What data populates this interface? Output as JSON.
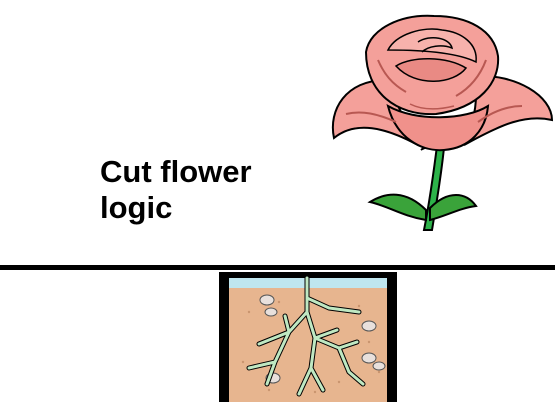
{
  "slide": {
    "title_line1": "Cut flower",
    "title_line2": "logic"
  },
  "illustrations": {
    "top": "rose-clipart",
    "bottom": "roots-in-soil-clipart"
  },
  "colors": {
    "text": "#000000",
    "divider": "#000000",
    "petal": "#f4a09a",
    "petal_shadow": "#c96a66",
    "stem": "#2db34a",
    "leaf": "#3aa33a",
    "soil": "#e7b58f",
    "sky_strip": "#bfe6ef",
    "root": "#bfe8c2"
  }
}
